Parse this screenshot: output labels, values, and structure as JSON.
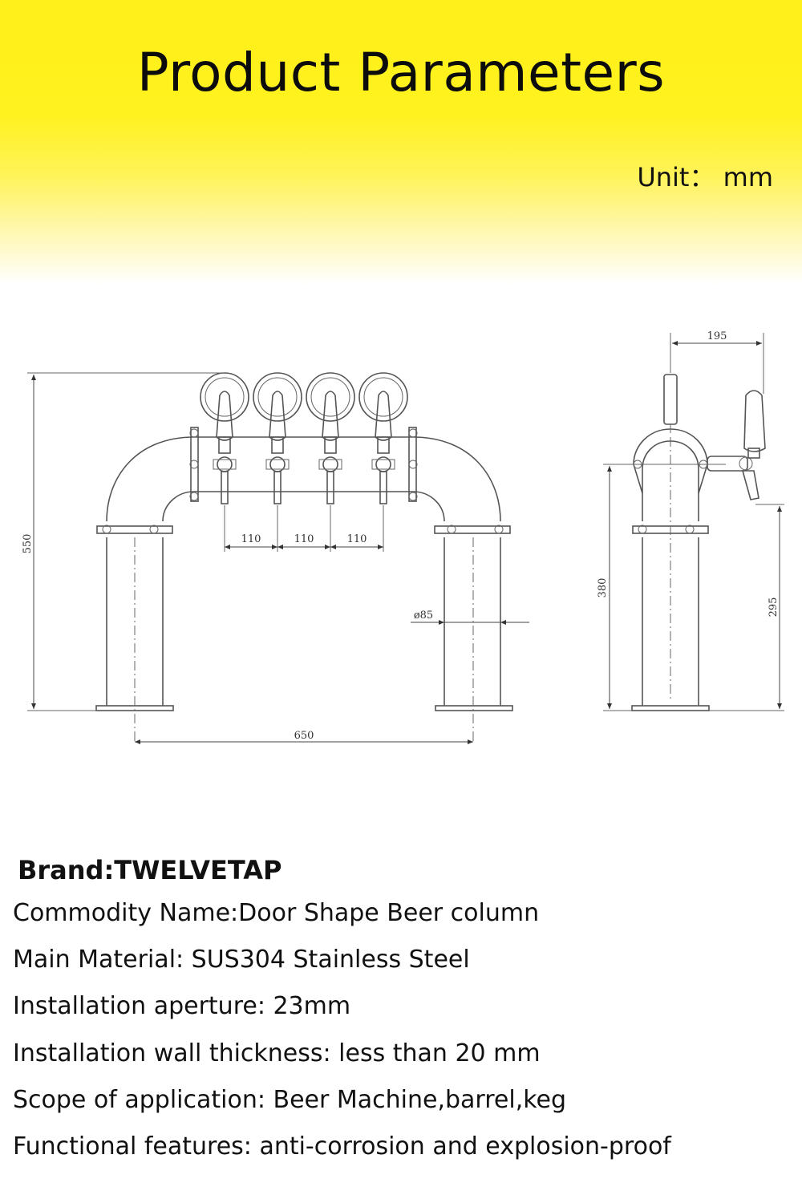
{
  "header": {
    "title": "Product Parameters",
    "unit": "Unit： mm"
  },
  "drawing": {
    "front_view": {
      "tap_spacing": [
        "110",
        "110",
        "110"
      ],
      "overall_height": "550",
      "overall_width": "650",
      "pipe_diameter": "ø85"
    },
    "side_view": {
      "depth": "195",
      "center_height": "380",
      "spout_height": "295"
    }
  },
  "specs": {
    "brand": "Brand:TWELVETAP",
    "items": [
      "Commodity Name:Door Shape Beer column",
      "Main Material: SUS304 Stainless Steel",
      "Installation aperture: 23mm",
      "Installation wall thickness: less than 20 mm",
      "Scope of application: Beer Machine,barrel,keg",
      "Functional features: anti-corrosion and explosion-proof"
    ]
  },
  "colors": {
    "banner_yellow": "#fff21e",
    "line_gray": "#555555"
  }
}
